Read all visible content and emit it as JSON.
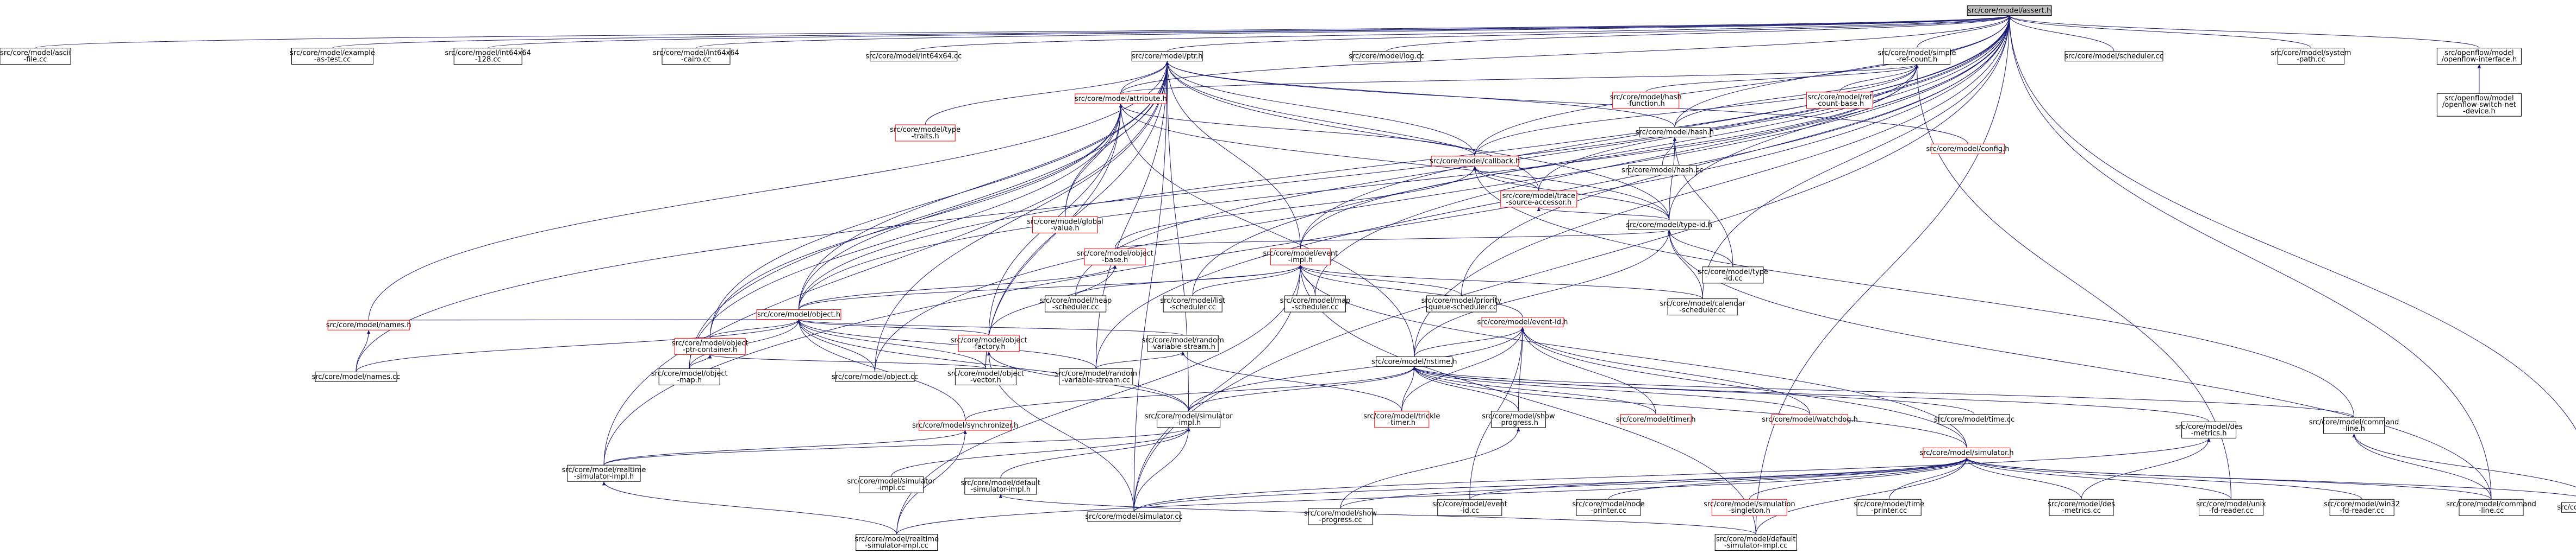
{
  "graph": {
    "nodes": [
      {
        "id": "assert",
        "label": [
          "src/core/model/assert.h"
        ],
        "border": "root"
      },
      {
        "id": "ascii",
        "label": [
          "src/core/model/ascii",
          "-file.cc"
        ]
      },
      {
        "id": "example",
        "label": [
          "src/core/model/example",
          "-as-test.cc"
        ]
      },
      {
        "id": "int64x64-128",
        "label": [
          "src/core/model/int64x64",
          "-128.cc"
        ]
      },
      {
        "id": "int64x64-cairo",
        "label": [
          "src/core/model/int64x64",
          "-cairo.cc"
        ]
      },
      {
        "id": "int64x64cc",
        "label": [
          "src/core/model/int64x64.cc"
        ]
      },
      {
        "id": "ptr",
        "label": [
          "src/core/model/ptr.h"
        ]
      },
      {
        "id": "logcc",
        "label": [
          "src/core/model/log.cc"
        ]
      },
      {
        "id": "simple-ref",
        "label": [
          "src/core/model/simple",
          "-ref-count.h"
        ]
      },
      {
        "id": "schedulercc",
        "label": [
          "src/core/model/scheduler.cc"
        ]
      },
      {
        "id": "system-path",
        "label": [
          "src/core/model/system",
          "-path.cc"
        ]
      },
      {
        "id": "openflow-if",
        "label": [
          "src/openflow/model",
          "/openflow-interface.h"
        ]
      },
      {
        "id": "openflow-sw",
        "label": [
          "src/openflow/model",
          "/openflow-switch-net",
          "-device.h"
        ]
      },
      {
        "id": "type-traits",
        "label": [
          "src/core/model/type",
          "-traits.h"
        ],
        "border": "red"
      },
      {
        "id": "attribute",
        "label": [
          "src/core/model/attribute.h"
        ],
        "border": "red"
      },
      {
        "id": "hash-function",
        "label": [
          "src/core/model/hash",
          "-function.h"
        ],
        "border": "red"
      },
      {
        "id": "ref-count-base",
        "label": [
          "src/core/model/ref",
          "-count-base.h"
        ],
        "border": "red"
      },
      {
        "id": "hash",
        "label": [
          "src/core/model/hash.h"
        ]
      },
      {
        "id": "callback",
        "label": [
          "src/core/model/callback.h"
        ],
        "border": "red"
      },
      {
        "id": "config",
        "label": [
          "src/core/model/config.h"
        ],
        "border": "red"
      },
      {
        "id": "hashcc",
        "label": [
          "src/core/model/hash.cc"
        ]
      },
      {
        "id": "trace-source",
        "label": [
          "src/core/model/trace",
          "-source-accessor.h"
        ],
        "border": "red"
      },
      {
        "id": "global-value",
        "label": [
          "src/core/model/global",
          "-value.h"
        ],
        "border": "red"
      },
      {
        "id": "type-id",
        "label": [
          "src/core/model/type-id.h"
        ]
      },
      {
        "id": "object-base",
        "label": [
          "src/core/model/object",
          "-base.h"
        ],
        "border": "red"
      },
      {
        "id": "event-impl",
        "label": [
          "src/core/model/event",
          "-impl.h"
        ],
        "border": "red"
      },
      {
        "id": "type-idcc",
        "label": [
          "src/core/model/type",
          "-id.cc"
        ]
      },
      {
        "id": "heap-sched",
        "label": [
          "src/core/model/heap",
          "-scheduler.cc"
        ]
      },
      {
        "id": "list-sched",
        "label": [
          "src/core/model/list",
          "-scheduler.cc"
        ]
      },
      {
        "id": "map-sched",
        "label": [
          "src/core/model/map",
          "-scheduler.cc"
        ]
      },
      {
        "id": "priority-sched",
        "label": [
          "src/core/model/priority",
          "-queue-scheduler.cc"
        ]
      },
      {
        "id": "calendar-sched",
        "label": [
          "src/core/model/calendar",
          "-scheduler.cc"
        ]
      },
      {
        "id": "object",
        "label": [
          "src/core/model/object.h"
        ],
        "border": "red"
      },
      {
        "id": "event-id",
        "label": [
          "src/core/model/event-id.h"
        ],
        "border": "red"
      },
      {
        "id": "names-h",
        "label": [
          "src/core/model/names.h"
        ],
        "border": "red"
      },
      {
        "id": "object-ptr-container",
        "label": [
          "src/core/model/object",
          "-ptr-container.h"
        ],
        "border": "red"
      },
      {
        "id": "object-factory",
        "label": [
          "src/core/model/object",
          "-factory.h"
        ],
        "border": "red"
      },
      {
        "id": "random-stream-h",
        "label": [
          "src/core/model/random",
          "-variable-stream.h"
        ]
      },
      {
        "id": "nstime",
        "label": [
          "src/core/model/nstime.h"
        ]
      },
      {
        "id": "namescc",
        "label": [
          "src/core/model/names.cc"
        ]
      },
      {
        "id": "object-map",
        "label": [
          "src/core/model/object",
          "-map.h"
        ]
      },
      {
        "id": "objectcc",
        "label": [
          "src/core/model/object.cc"
        ]
      },
      {
        "id": "object-vector",
        "label": [
          "src/core/model/object",
          "-vector.h"
        ]
      },
      {
        "id": "random-stream-cc",
        "label": [
          "src/core/model/random",
          "-variable-stream.cc"
        ]
      },
      {
        "id": "synchronizer",
        "label": [
          "src/core/model/synchronizer.h"
        ],
        "border": "red"
      },
      {
        "id": "simulator-impl",
        "label": [
          "src/core/model/simulator",
          "-impl.h"
        ]
      },
      {
        "id": "trickle-timer",
        "label": [
          "src/core/model/trickle",
          "-timer.h"
        ],
        "border": "red"
      },
      {
        "id": "show-progress-h",
        "label": [
          "src/core/model/show",
          "-progress.h"
        ]
      },
      {
        "id": "timer-h",
        "label": [
          "src/core/model/timer.h"
        ],
        "border": "red"
      },
      {
        "id": "watchdog-h",
        "label": [
          "src/core/model/watchdog.h"
        ],
        "border": "red"
      },
      {
        "id": "timecc",
        "label": [
          "src/core/model/time.cc"
        ]
      },
      {
        "id": "simulator-h",
        "label": [
          "src/core/model/simulator.h"
        ],
        "border": "red"
      },
      {
        "id": "des-metrics-h",
        "label": [
          "src/core/model/des",
          "-metrics.h"
        ]
      },
      {
        "id": "command-line-h",
        "label": [
          "src/core/model/command",
          "-line.h"
        ]
      },
      {
        "id": "realtime-sim-impl-h",
        "label": [
          "src/core/model/realtime",
          "-simulator-impl.h"
        ]
      },
      {
        "id": "simulator-implcc",
        "label": [
          "src/core/model/simulator",
          "-impl.cc"
        ]
      },
      {
        "id": "default-sim-impl-h",
        "label": [
          "src/core/model/default",
          "-simulator-impl.h"
        ]
      },
      {
        "id": "simulatorcc",
        "label": [
          "src/core/model/simulator.cc"
        ]
      },
      {
        "id": "show-progresscc",
        "label": [
          "src/core/model/show",
          "-progress.cc"
        ]
      },
      {
        "id": "event-idcc",
        "label": [
          "src/core/model/event",
          "-id.cc"
        ]
      },
      {
        "id": "node-printer",
        "label": [
          "src/core/model/node",
          "-printer.cc"
        ]
      },
      {
        "id": "sim-singleton",
        "label": [
          "src/core/model/simulation",
          "-singleton.h"
        ],
        "border": "red"
      },
      {
        "id": "time-printer",
        "label": [
          "src/core/model/time",
          "-printer.cc"
        ]
      },
      {
        "id": "des-metricscc",
        "label": [
          "src/core/model/des",
          "-metrics.cc"
        ]
      },
      {
        "id": "unix-fd",
        "label": [
          "src/core/model/unix",
          "-fd-reader.cc"
        ]
      },
      {
        "id": "win32-fd",
        "label": [
          "src/core/model/win32",
          "-fd-reader.cc"
        ]
      },
      {
        "id": "command-linecc",
        "label": [
          "src/core/model/command",
          "-line.cc"
        ]
      },
      {
        "id": "testcc",
        "label": [
          "src/core/model/test.cc"
        ]
      },
      {
        "id": "realtime-sim-implcc",
        "label": [
          "src/core/model/realtime",
          "-simulator-impl.cc"
        ]
      },
      {
        "id": "default-sim-implcc",
        "label": [
          "src/core/model/default",
          "-simulator-impl.cc"
        ]
      }
    ],
    "edges": [
      [
        "ascii",
        "assert"
      ],
      [
        "example",
        "assert"
      ],
      [
        "int64x64-128",
        "assert"
      ],
      [
        "int64x64-cairo",
        "assert"
      ],
      [
        "int64x64cc",
        "assert"
      ],
      [
        "ptr",
        "assert"
      ],
      [
        "logcc",
        "assert"
      ],
      [
        "simple-ref",
        "assert"
      ],
      [
        "schedulercc",
        "assert"
      ],
      [
        "system-path",
        "assert"
      ],
      [
        "openflow-if",
        "assert"
      ],
      [
        "attribute",
        "assert"
      ],
      [
        "hash",
        "assert"
      ],
      [
        "callback",
        "assert"
      ],
      [
        "type-id",
        "assert"
      ],
      [
        "event-impl",
        "assert"
      ],
      [
        "heap-sched",
        "assert"
      ],
      [
        "list-sched",
        "assert"
      ],
      [
        "map-sched",
        "assert"
      ],
      [
        "priority-sched",
        "assert"
      ],
      [
        "calendar-sched",
        "assert"
      ],
      [
        "object",
        "assert"
      ],
      [
        "nstime",
        "assert"
      ],
      [
        "namescc",
        "assert"
      ],
      [
        "objectcc",
        "assert"
      ],
      [
        "random-stream-cc",
        "assert"
      ],
      [
        "realtime-sim-impl-h",
        "assert"
      ],
      [
        "simulatorcc",
        "assert"
      ],
      [
        "command-linecc",
        "assert"
      ],
      [
        "testcc",
        "assert"
      ],
      [
        "default-sim-implcc",
        "assert"
      ],
      [
        "openflow-sw",
        "openflow-if"
      ],
      [
        "type-traits",
        "ptr"
      ],
      [
        "attribute",
        "ptr"
      ],
      [
        "callback",
        "ptr"
      ],
      [
        "config",
        "ptr"
      ],
      [
        "trace-source",
        "ptr"
      ],
      [
        "global-value",
        "ptr"
      ],
      [
        "type-id",
        "ptr"
      ],
      [
        "event-impl",
        "ptr"
      ],
      [
        "object",
        "ptr"
      ],
      [
        "names-h",
        "ptr"
      ],
      [
        "object-ptr-container",
        "ptr"
      ],
      [
        "object-map",
        "ptr"
      ],
      [
        "object-vector",
        "ptr"
      ],
      [
        "objectcc",
        "ptr"
      ],
      [
        "simulator-impl",
        "ptr"
      ],
      [
        "simulatorcc",
        "ptr"
      ],
      [
        "realtime-sim-impl-h",
        "ptr"
      ],
      [
        "random-stream-cc",
        "ptr"
      ],
      [
        "hash",
        "ptr"
      ],
      [
        "attribute",
        "simple-ref"
      ],
      [
        "hash-function",
        "simple-ref"
      ],
      [
        "ref-count-base",
        "simple-ref"
      ],
      [
        "callback",
        "simple-ref"
      ],
      [
        "trace-source",
        "simple-ref"
      ],
      [
        "event-impl",
        "simple-ref"
      ],
      [
        "object",
        "simple-ref"
      ],
      [
        "hash",
        "simple-ref"
      ],
      [
        "unix-fd",
        "simple-ref"
      ],
      [
        "callback",
        "attribute"
      ],
      [
        "global-value",
        "attribute"
      ],
      [
        "type-id",
        "attribute"
      ],
      [
        "object-ptr-container",
        "attribute"
      ],
      [
        "object-factory",
        "attribute"
      ],
      [
        "object-map",
        "attribute"
      ],
      [
        "object-vector",
        "attribute"
      ],
      [
        "nstime",
        "attribute"
      ],
      [
        "object",
        "attribute"
      ],
      [
        "hashcc",
        "hash"
      ],
      [
        "type-id",
        "hash"
      ],
      [
        "type-idcc",
        "hash"
      ],
      [
        "trace-source",
        "callback"
      ],
      [
        "type-id",
        "callback"
      ],
      [
        "object-base",
        "callback"
      ],
      [
        "command-line-h",
        "callback"
      ],
      [
        "type-id",
        "trace-source"
      ],
      [
        "object-base",
        "type-id"
      ],
      [
        "type-idcc",
        "type-id"
      ],
      [
        "calendar-sched",
        "type-id"
      ],
      [
        "nstime",
        "type-id"
      ],
      [
        "command-linecc",
        "type-id"
      ],
      [
        "object",
        "object-base"
      ],
      [
        "object-factory",
        "object-base"
      ],
      [
        "object",
        "event-impl"
      ],
      [
        "event-id",
        "event-impl"
      ],
      [
        "heap-sched",
        "event-impl"
      ],
      [
        "list-sched",
        "event-impl"
      ],
      [
        "map-sched",
        "event-impl"
      ],
      [
        "priority-sched",
        "event-impl"
      ],
      [
        "calendar-sched",
        "event-impl"
      ],
      [
        "simulator-h",
        "event-impl"
      ],
      [
        "simulatorcc",
        "event-impl"
      ],
      [
        "realtime-sim-implcc",
        "event-impl"
      ],
      [
        "default-sim-implcc",
        "event-impl"
      ],
      [
        "names-h",
        "object"
      ],
      [
        "object-ptr-container",
        "object"
      ],
      [
        "object-factory",
        "object"
      ],
      [
        "random-stream-h",
        "object"
      ],
      [
        "object-map",
        "object"
      ],
      [
        "objectcc",
        "object"
      ],
      [
        "object-vector",
        "object"
      ],
      [
        "namescc",
        "object"
      ],
      [
        "synchronizer",
        "object"
      ],
      [
        "simulator-impl",
        "object"
      ],
      [
        "random-stream-cc",
        "object"
      ],
      [
        "nstime",
        "event-id"
      ],
      [
        "simulator-h",
        "event-id"
      ],
      [
        "trickle-timer",
        "event-id"
      ],
      [
        "show-progress-h",
        "event-id"
      ],
      [
        "timer-h",
        "event-id"
      ],
      [
        "watchdog-h",
        "event-id"
      ],
      [
        "event-idcc",
        "event-id"
      ],
      [
        "simulator-impl",
        "event-id"
      ],
      [
        "namescc",
        "names-h"
      ],
      [
        "object-map",
        "object-ptr-container"
      ],
      [
        "object-vector",
        "object-ptr-container"
      ],
      [
        "simulator-impl",
        "object-factory"
      ],
      [
        "simulatorcc",
        "object-factory"
      ],
      [
        "random-stream-cc",
        "random-stream-h"
      ],
      [
        "trickle-timer",
        "random-stream-h"
      ],
      [
        "simulator-h",
        "nstime"
      ],
      [
        "simulator-impl",
        "nstime"
      ],
      [
        "trickle-timer",
        "nstime"
      ],
      [
        "show-progress-h",
        "nstime"
      ],
      [
        "timer-h",
        "nstime"
      ],
      [
        "watchdog-h",
        "nstime"
      ],
      [
        "timecc",
        "nstime"
      ],
      [
        "des-metrics-h",
        "nstime"
      ],
      [
        "command-line-h",
        "nstime"
      ],
      [
        "synchronizer",
        "nstime"
      ],
      [
        "realtime-sim-impl-h",
        "synchronizer"
      ],
      [
        "realtime-sim-implcc",
        "synchronizer"
      ],
      [
        "realtime-sim-impl-h",
        "simulator-impl"
      ],
      [
        "simulator-implcc",
        "simulator-impl"
      ],
      [
        "default-sim-impl-h",
        "simulator-impl"
      ],
      [
        "simulatorcc",
        "simulator-impl"
      ],
      [
        "show-progresscc",
        "show-progress-h"
      ],
      [
        "simulatorcc",
        "simulator-h"
      ],
      [
        "show-progresscc",
        "simulator-h"
      ],
      [
        "event-idcc",
        "simulator-h"
      ],
      [
        "node-printer",
        "simulator-h"
      ],
      [
        "sim-singleton",
        "simulator-h"
      ],
      [
        "time-printer",
        "simulator-h"
      ],
      [
        "des-metricscc",
        "simulator-h"
      ],
      [
        "unix-fd",
        "simulator-h"
      ],
      [
        "win32-fd",
        "simulator-h"
      ],
      [
        "command-linecc",
        "simulator-h"
      ],
      [
        "testcc",
        "simulator-h"
      ],
      [
        "realtime-sim-implcc",
        "simulator-h"
      ],
      [
        "default-sim-implcc",
        "simulator-h"
      ],
      [
        "des-metricscc",
        "des-metrics-h"
      ],
      [
        "simulatorcc",
        "des-metrics-h"
      ],
      [
        "command-linecc",
        "command-line-h"
      ],
      [
        "testcc",
        "command-line-h"
      ],
      [
        "realtime-sim-implcc",
        "realtime-sim-impl-h"
      ],
      [
        "default-sim-implcc",
        "default-sim-impl-h"
      ]
    ]
  }
}
